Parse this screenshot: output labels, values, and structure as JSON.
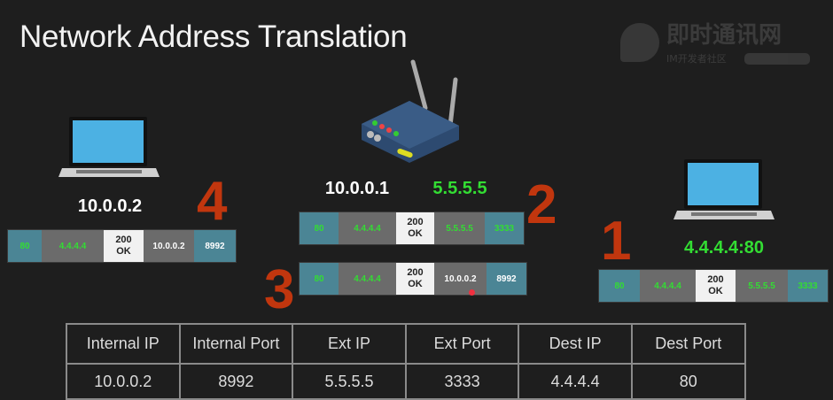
{
  "title": "Network Address Translation",
  "watermark": {
    "name": "即时通讯网",
    "sub": "IM开发者社区"
  },
  "colors": {
    "background": "#1e1e1e",
    "teal": "#4b8595",
    "gray": "#6b6b6b",
    "green": "#33dd33",
    "step_number": "#c1360e"
  },
  "labels": {
    "client_ip": "10.0.0.2",
    "router_internal_ip": "10.0.0.1",
    "router_external_ip": "5.5.5.5",
    "server_addr": "4.4.4.4:80"
  },
  "steps": [
    "1",
    "2",
    "3",
    "4"
  ],
  "packets": {
    "step1": [
      {
        "text": "80",
        "kind": "teal",
        "color": "green"
      },
      {
        "text": "4.4.4.4",
        "kind": "gray",
        "color": "green"
      },
      {
        "text": "200 OK",
        "kind": "white"
      },
      {
        "text": "5.5.5.5",
        "kind": "gray",
        "color": "green"
      },
      {
        "text": "3333",
        "kind": "teal",
        "color": "green"
      }
    ],
    "step2": [
      {
        "text": "80",
        "kind": "teal",
        "color": "green"
      },
      {
        "text": "4.4.4.4",
        "kind": "gray",
        "color": "green"
      },
      {
        "text": "200 OK",
        "kind": "white"
      },
      {
        "text": "5.5.5.5",
        "kind": "gray",
        "color": "green"
      },
      {
        "text": "3333",
        "kind": "teal",
        "color": "green"
      }
    ],
    "step3": [
      {
        "text": "80",
        "kind": "teal",
        "color": "green"
      },
      {
        "text": "4.4.4.4",
        "kind": "gray",
        "color": "green"
      },
      {
        "text": "200 OK",
        "kind": "white"
      },
      {
        "text": "10.0.0.2",
        "kind": "gray",
        "color": "white"
      },
      {
        "text": "8992",
        "kind": "teal",
        "color": "white"
      }
    ],
    "step4": [
      {
        "text": "80",
        "kind": "teal",
        "color": "green"
      },
      {
        "text": "4.4.4.4",
        "kind": "gray",
        "color": "green"
      },
      {
        "text": "200 OK",
        "kind": "white"
      },
      {
        "text": "10.0.0.2",
        "kind": "gray",
        "color": "white"
      },
      {
        "text": "8992",
        "kind": "teal",
        "color": "white"
      }
    ]
  },
  "nat_table": {
    "headers": [
      "Internal IP",
      "Internal Port",
      "Ext IP",
      "Ext Port",
      "Dest IP",
      "Dest Port"
    ],
    "rows": [
      [
        "10.0.0.2",
        "8992",
        "5.5.5.5",
        "3333",
        "4.4.4.4",
        "80"
      ]
    ]
  }
}
